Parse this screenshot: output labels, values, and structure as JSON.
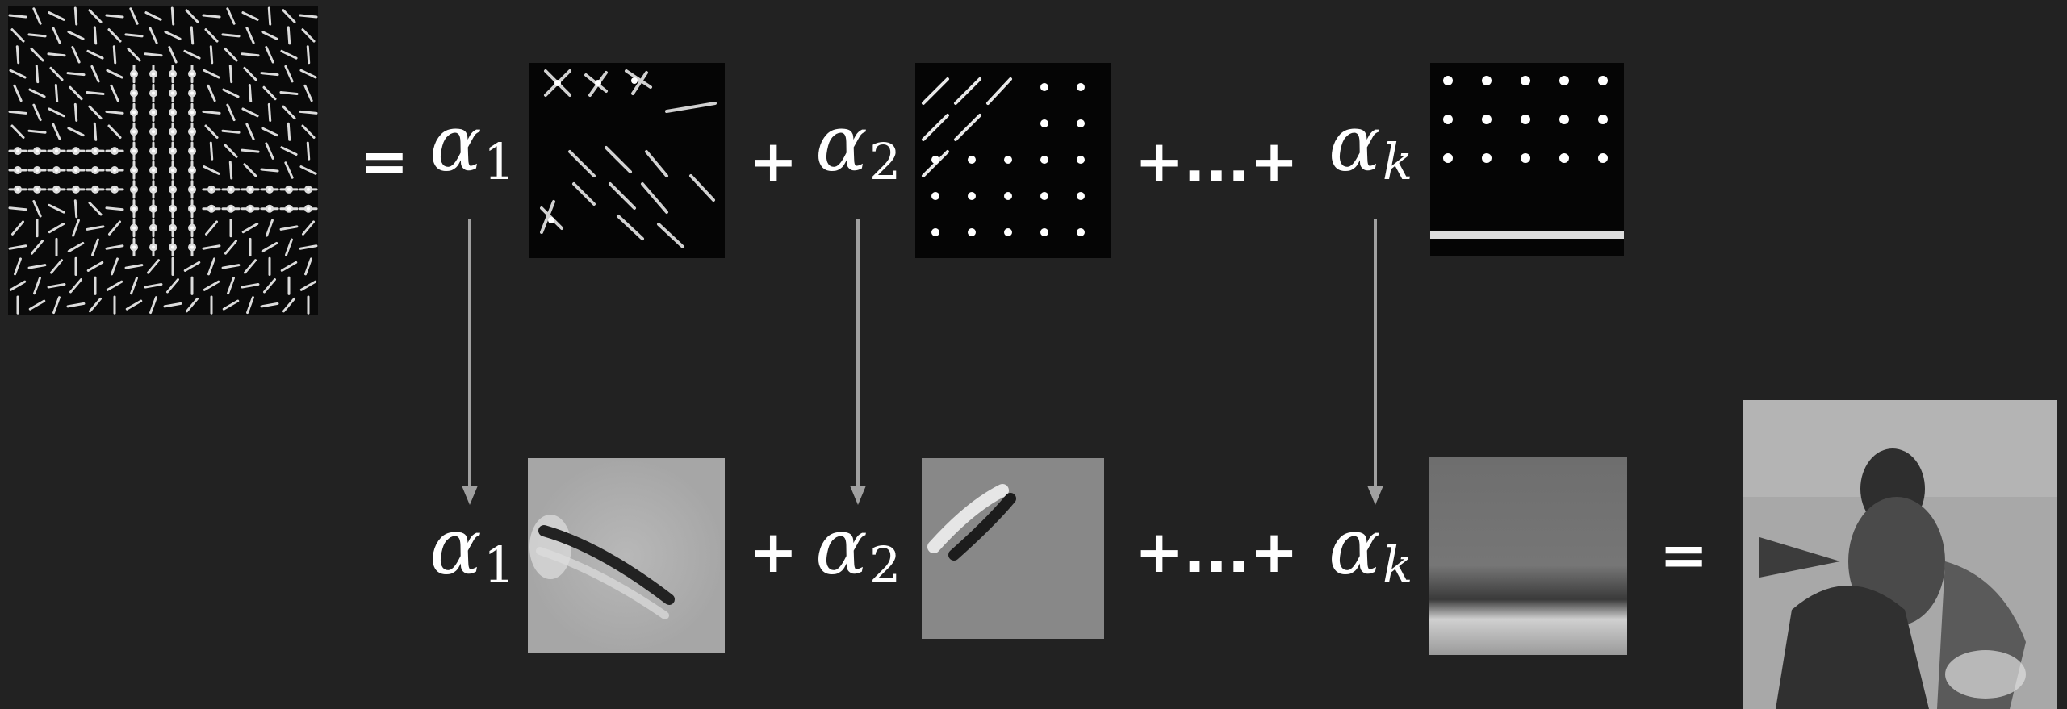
{
  "top_row": {
    "equals": "=",
    "terms": [
      {
        "symbol": "α",
        "subscript": "1"
      },
      {
        "symbol": "α",
        "subscript": "2"
      },
      {
        "symbol": "α",
        "subscript": "k"
      }
    ],
    "plus": "+",
    "plus_ellipsis": "+...+"
  },
  "bottom_row": {
    "equals": "=",
    "terms": [
      {
        "symbol": "α",
        "subscript": "1"
      },
      {
        "symbol": "α",
        "subscript": "2"
      },
      {
        "symbol": "α",
        "subscript": "k"
      }
    ],
    "plus": "+",
    "plus_ellipsis": "+...+"
  },
  "colors": {
    "background": "#222222",
    "arrow": "#a0a0a0",
    "text": "#ffffff"
  }
}
